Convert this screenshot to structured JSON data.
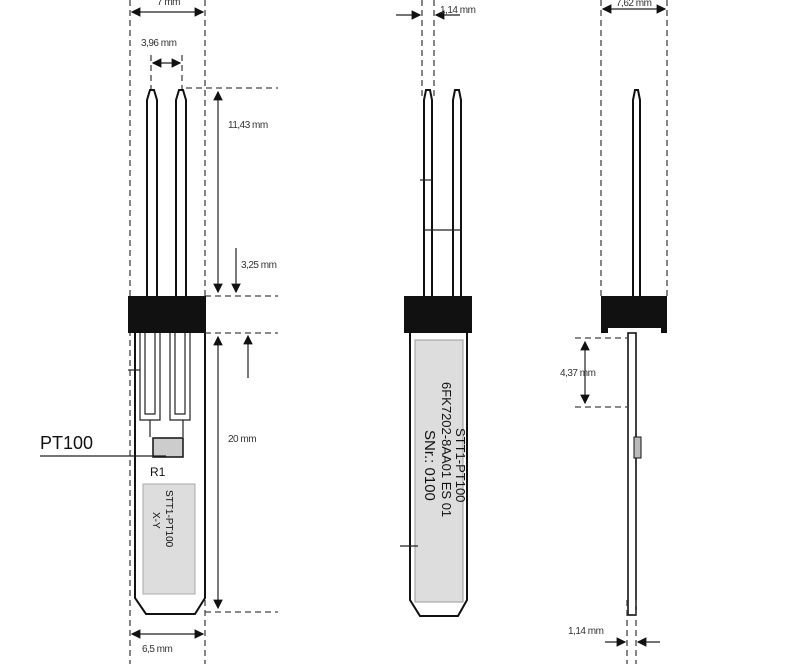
{
  "title": "STT1-PT100 sensor dimension drawing",
  "front_view": {
    "width_top": "7 mm",
    "pin_pitch": "3,96 mm",
    "pin_length": "11,43 mm",
    "pin_offset": "3,25 mm",
    "body_length": "20 mm",
    "body_width": "6,5 mm",
    "sensor_callout": "PT100",
    "resistor_label": "R1",
    "label_line1": "STT1-PT100",
    "label_line2": "X-Y"
  },
  "middle_view": {
    "pin_width": "1,14 mm",
    "label_line1": "STT1-PT100",
    "label_line2": "6FK7202-8AA01 ES 01",
    "label_line3": "SNr.: 0100"
  },
  "side_view": {
    "width_top": "7,62 mm",
    "offset": "4,37 mm",
    "board_thickness": "1,14 mm"
  }
}
